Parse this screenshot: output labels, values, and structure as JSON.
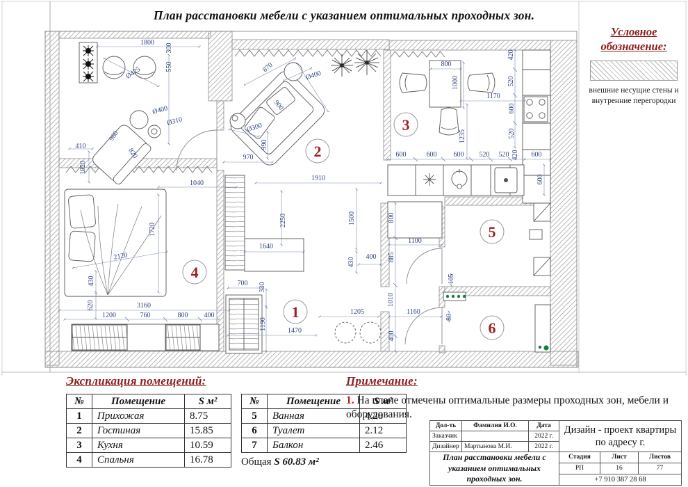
{
  "title": "План расстановки мебели с указанием оптимальных проходных зон.",
  "legend": {
    "heading_line1": "Условное",
    "heading_line2": "обозначение:",
    "caption_line1": "внешние несущие  стены и",
    "caption_line2": "внутренние перегородки"
  },
  "colors": {
    "accent_red": "#8f1d1d",
    "dim_blue": "#2e4480",
    "room_red": "#a02020",
    "green_dot": "#1b7d3c"
  },
  "plan": {
    "room_labels": [
      "1",
      "2",
      "3",
      "4",
      "5",
      "6"
    ],
    "dims": {
      "balcony": [
        "1800",
        "300",
        "550",
        "Ø425"
      ],
      "bedroom": [
        "Ø400",
        "Ø310",
        "960",
        "820",
        "410",
        "1020",
        "1040",
        "1720",
        "2120",
        "430",
        "620",
        "3160",
        "1200",
        "760",
        "800",
        "400"
      ],
      "living": [
        "870",
        "Ø400",
        "900",
        "Ø300",
        "990",
        "970",
        "1910",
        "2250",
        "1640",
        "1500",
        "430",
        "400"
      ],
      "hall": [
        "700",
        "330",
        "1190",
        "1470",
        "1205"
      ],
      "kitchen": [
        "800",
        "1000",
        "1170",
        "420",
        "520",
        "600",
        "520",
        "1235",
        "600",
        "600",
        "600",
        "520",
        "520",
        "420",
        "600",
        "600"
      ],
      "bath": [
        "800",
        "1100",
        "885",
        "105"
      ],
      "toilet": [
        "1010",
        "1160",
        "400",
        "80"
      ]
    }
  },
  "explication": {
    "heading": "Экспликация  помещений:",
    "columns": [
      "№",
      "Помещение",
      "S м²"
    ],
    "rows_left": [
      [
        "1",
        "Прихожая",
        "8.75"
      ],
      [
        "2",
        "Гостиная",
        "15.85"
      ],
      [
        "3",
        "Кухня",
        "10.59"
      ],
      [
        "4",
        "Спальня",
        "16.78"
      ]
    ],
    "rows_right": [
      [
        "5",
        "Ванная",
        "4.28"
      ],
      [
        "6",
        "Туалет",
        "2.12"
      ],
      [
        "7",
        "Балкон",
        "2.46"
      ]
    ],
    "total_prefix": "Общая",
    "total_value": "S 60.83 м²"
  },
  "note": {
    "heading": "Примечание:",
    "item_number": "1.",
    "text": "На плане отмечены оптимальные размеры проходных зон, мебели и оборудования."
  },
  "titleblock": {
    "h_position": "Дол-ть",
    "h_name": "Фамилия И.О.",
    "h_date": "Дата",
    "row1_role": "Заказчик",
    "row1_name": "",
    "row1_date": "2022 г.",
    "row2_role": "Дизайнер",
    "row2_name": "Мартынова М.И.",
    "row2_date": "2022 г.",
    "project": "Дизайн - проект квартиры по адресу г.",
    "drawing_title": "План расстановки мебели с указанием оптимальных проходных зон.",
    "h_stage": "Стадия",
    "h_sheet": "Лист",
    "h_sheets": "Листов",
    "stage": "РП",
    "sheet": "16",
    "sheets": "77",
    "phone": "+7 910 387 28 68"
  }
}
